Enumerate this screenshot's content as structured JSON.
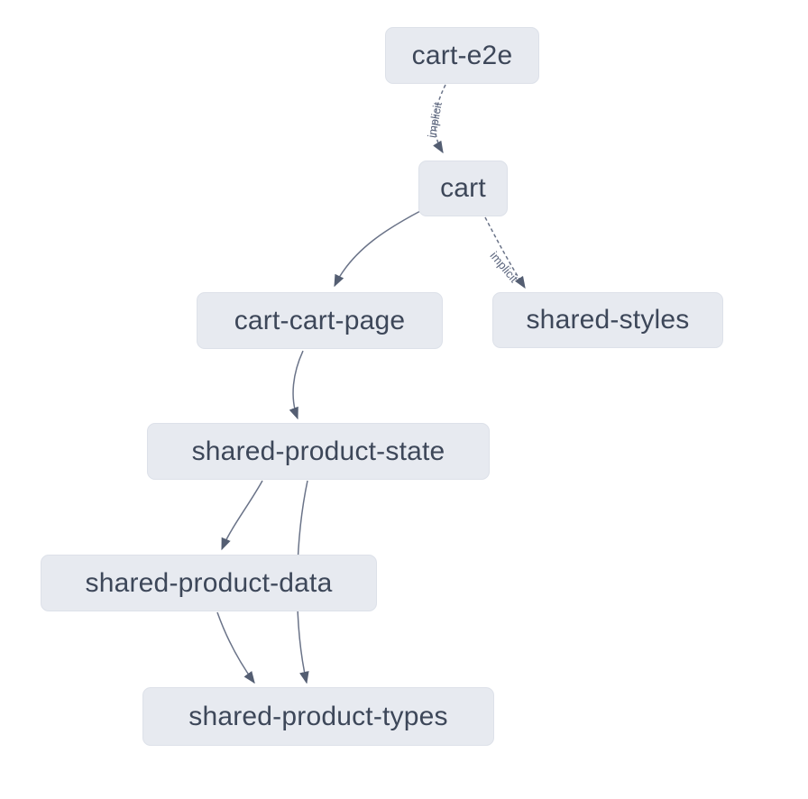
{
  "diagram": {
    "type": "project-dependency-graph",
    "background": "#ffffff"
  },
  "colors": {
    "node_fill": "#e7eaf0",
    "node_border": "#dde1e9",
    "node_text": "#3d4759",
    "edge_stroke": "#6a7388",
    "arrowhead_fill": "#545e72",
    "edge_label_text": "#5b657d"
  },
  "nodes": [
    {
      "id": "cart-e2e",
      "label": "cart-e2e"
    },
    {
      "id": "cart",
      "label": "cart"
    },
    {
      "id": "cart-cart-page",
      "label": "cart-cart-page"
    },
    {
      "id": "shared-styles",
      "label": "shared-styles"
    },
    {
      "id": "shared-product-state",
      "label": "shared-product-state"
    },
    {
      "id": "shared-product-data",
      "label": "shared-product-data"
    },
    {
      "id": "shared-product-types",
      "label": "shared-product-types"
    }
  ],
  "edges": [
    {
      "from": "cart-e2e",
      "to": "cart",
      "label": "implicit",
      "style": "dashed"
    },
    {
      "from": "cart",
      "to": "cart-cart-page",
      "label": "",
      "style": "solid"
    },
    {
      "from": "cart",
      "to": "shared-styles",
      "label": "implicit",
      "style": "dashed"
    },
    {
      "from": "cart-cart-page",
      "to": "shared-product-state",
      "label": "",
      "style": "solid"
    },
    {
      "from": "shared-product-state",
      "to": "shared-product-data",
      "label": "",
      "style": "solid"
    },
    {
      "from": "shared-product-state",
      "to": "shared-product-types",
      "label": "",
      "style": "solid"
    },
    {
      "from": "shared-product-data",
      "to": "shared-product-types",
      "label": "",
      "style": "solid"
    }
  ]
}
